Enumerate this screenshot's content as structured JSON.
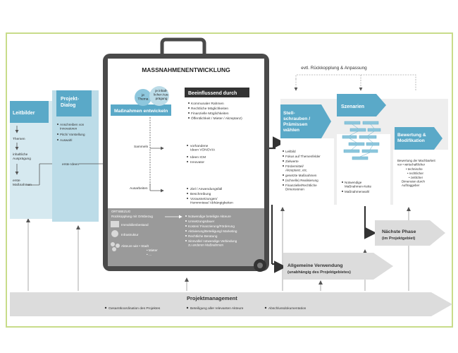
{
  "colors": {
    "frame": "#c8dc8a",
    "light_blue": "#d6e9f0",
    "mid_blue": "#bcdce8",
    "accent_blue": "#5aa9c8",
    "dark_gray": "#4a4a4a",
    "mid_gray": "#8a8a8a",
    "light_gray": "#e4e4e4",
    "arrow_gray": "#d6d6d6"
  },
  "leitbilder": {
    "title": "Leitbilder",
    "items": [
      "Themen",
      "inhaltliche Ausprägung",
      "erste Maßnahmen"
    ]
  },
  "dialog": {
    "title": "Projekt-Dialog",
    "bullets": [
      "Anschreiben von Innovatoren",
      "Pitch/ Vorstellung",
      "Auswahl"
    ],
    "footer": "erste Ideen"
  },
  "main": {
    "title": "MASSNAHMENENTWICKLUNG",
    "circle1": "je Thema",
    "circle2": "je inhaltlicher Ausprägung",
    "develop": "Maßnahmen entwickeln",
    "influence": {
      "title": "Beeinflussend durch",
      "items": [
        "Kommunaler Rahmen",
        "Rechtliche Möglichkeiten",
        "Finanzielle Möglichkeiten",
        "Öffentlichkeit / Mieter / Akzeptanz)"
      ]
    },
    "collect": {
      "label": "Sammeln",
      "items": [
        "vorhandene Ideen VONOVIA",
        "Ideen ICM",
        "Innovator"
      ]
    },
    "elaborate": {
      "label": "Ausarbeiten",
      "items": [
        "Ziel / Anwendungsfall",
        "Beschreibung",
        "Voraussetzungen/ Hemmnisse/ Abhängigkeiten"
      ]
    },
    "bottom": {
      "label": "ORTSBEZUG",
      "rueckkopplung": "Rückkopplung mit Ortsbezug",
      "left_items": [
        "Immobilienbestand",
        "Infrastruktur",
        "Akteure wie • Stadt",
        "• Mieter",
        "• …"
      ],
      "right_items": [
        "Notwendige beteiligte Akteure",
        "Umsetzungsdauer",
        "Kosten/ Finanzierung/Förderung",
        "Aktivierung/Beteiligung/ Marketing",
        "Rechtliche Beratung",
        "Sinnvolle/ notwendige Verbindung zu anderen Maßnahmen"
      ]
    }
  },
  "feedback": "evtl. Rückkopplung & Anpassung",
  "stell": {
    "title": "Stell-schrauben / Prämissen wählen",
    "items": [
      "Leitbild",
      "Fokus auf Themenfelder",
      "Zielwerte",
      "Fördermittel/ Akzeptanz, etc.",
      "gesetzte Maßnahmen",
      "(schnelle) Realisierung",
      "Finanzielle/Rechtliche Dimensionen"
    ]
  },
  "szenarien": {
    "title": "Szenarien",
    "items": [
      "Notwendige Maßnahmen-Kette",
      "Maßnahmenwahl"
    ]
  },
  "bewertung": {
    "title": "Bewertung & Modifikation",
    "intro": "Bewertung der Machbarkeit vor • wirtschaftlicher",
    "items": [
      "• technische",
      "• rechtlicher",
      "• zeitlicher Dimension durch Auftraggeber"
    ]
  },
  "naechste": {
    "title": "Nächste Phase",
    "subtitle": "(im Projektgebiet)"
  },
  "allgemein": {
    "title": "Allgemeine Verwendung",
    "subtitle": "(unabhängig des Projektgebietes)"
  },
  "pm": {
    "title": "Projektmanagement",
    "items": [
      "Gesamtkoordination des Projektes",
      "Beteiligung aller relevanten Akteure",
      "Abschlussdokumentation"
    ]
  }
}
